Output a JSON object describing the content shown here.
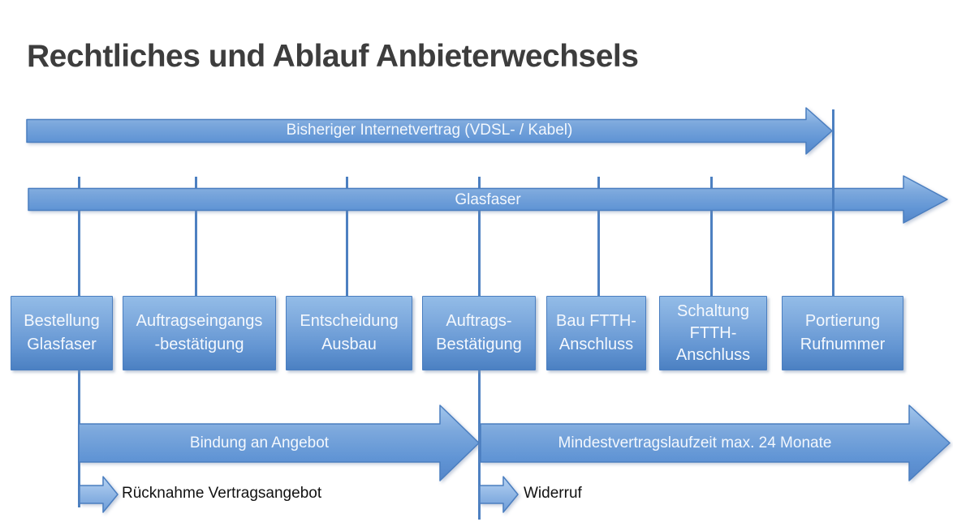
{
  "slide": {
    "title": "Rechtliches und Ablauf Anbieterwechsels"
  },
  "colors": {
    "title_text": "#3d3d3d",
    "shape_border": "#4a7ec0",
    "arrow_fill_top": "#a3c6ec",
    "arrow_fill_bottom": "#5586c9",
    "box_fill_top": "#93bce7",
    "box_fill_bottom": "#4b80c2",
    "connector": "#4d80c1",
    "shape_label_text": "#ffffff",
    "annotation_text": "#111111"
  },
  "timeline": {
    "old_contract_arrow": {
      "label": "Bisheriger Internetvertrag (VDSL- / Kabel)"
    },
    "fiber_arrow": {
      "label": "Glasfaser"
    }
  },
  "milestones": [
    {
      "label": "Bestellung\nGlasfaser"
    },
    {
      "label": "Auftragseingangs\n-bestätigung"
    },
    {
      "label": "Entscheidung\nAusbau"
    },
    {
      "label": "Auftrags-\nBestätigung"
    },
    {
      "label": "Bau FTTH-\nAnschluss"
    },
    {
      "label": "Schaltung\nFTTH-\nAnschluss"
    },
    {
      "label": "Portierung\nRufnummer"
    }
  ],
  "periods": {
    "offer_binding_arrow": {
      "label": "Bindung an Angebot"
    },
    "min_term_arrow": {
      "label": "Mindestvertragslaufzeit max. 24 Monate"
    }
  },
  "annotations": {
    "withdraw_offer": {
      "label": "Rücknahme Vertragsangebot"
    },
    "revocation": {
      "label": "Widerruf"
    }
  }
}
